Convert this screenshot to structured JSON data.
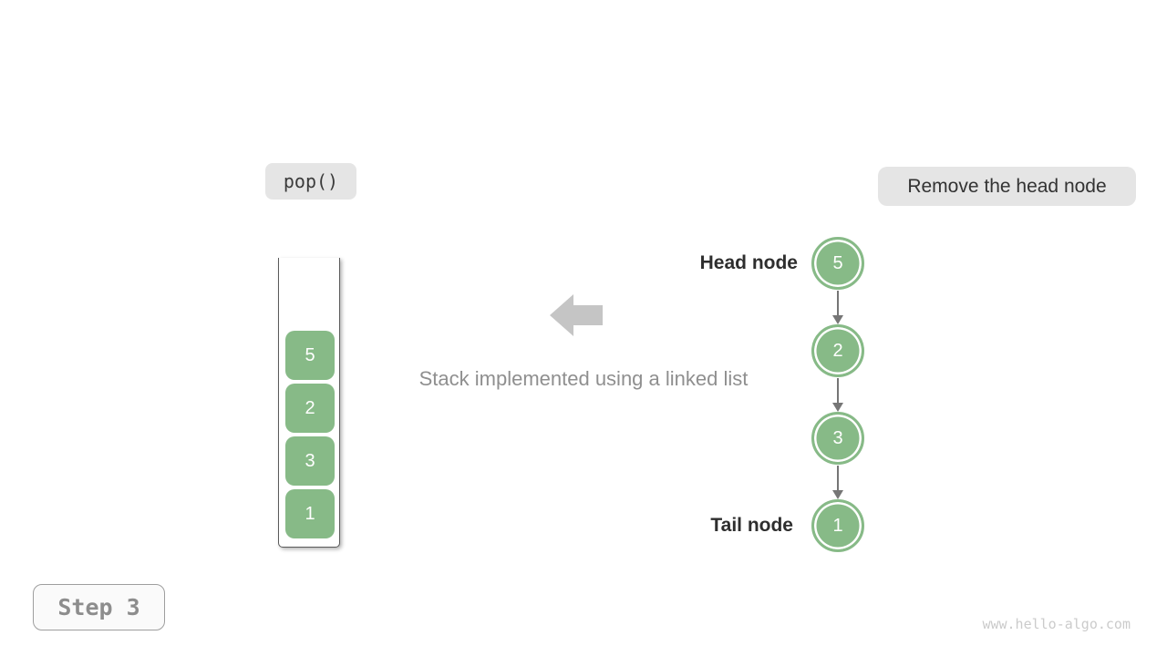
{
  "page": {
    "background_color": "#ffffff",
    "watermark": "www.hello-algo.com"
  },
  "badges": {
    "operation": "pop()",
    "description": "Remove the head node",
    "step": "Step 3"
  },
  "caption": "Stack implemented using a linked list",
  "stack": {
    "items_top_to_bottom": [
      "5",
      "2",
      "3",
      "1"
    ]
  },
  "linked_list": {
    "head_label": "Head node",
    "tail_label": "Tail node",
    "nodes_top_to_bottom": [
      "5",
      "2",
      "3",
      "1"
    ]
  },
  "icons": {
    "left_arrow": "left-block-arrow"
  },
  "colors": {
    "node_green": "#87ba87",
    "badge_gray": "#e5e5e5",
    "container_border_gray": "#5a5a5a",
    "big_arrow_gray": "#c5c5c5",
    "connector_gray": "#767676",
    "caption_gray": "#8f8f8f",
    "step_text_gray": "#8d8d8d",
    "watermark_gray": "#cbcbcb",
    "label_dark": "#2e2e2e"
  }
}
